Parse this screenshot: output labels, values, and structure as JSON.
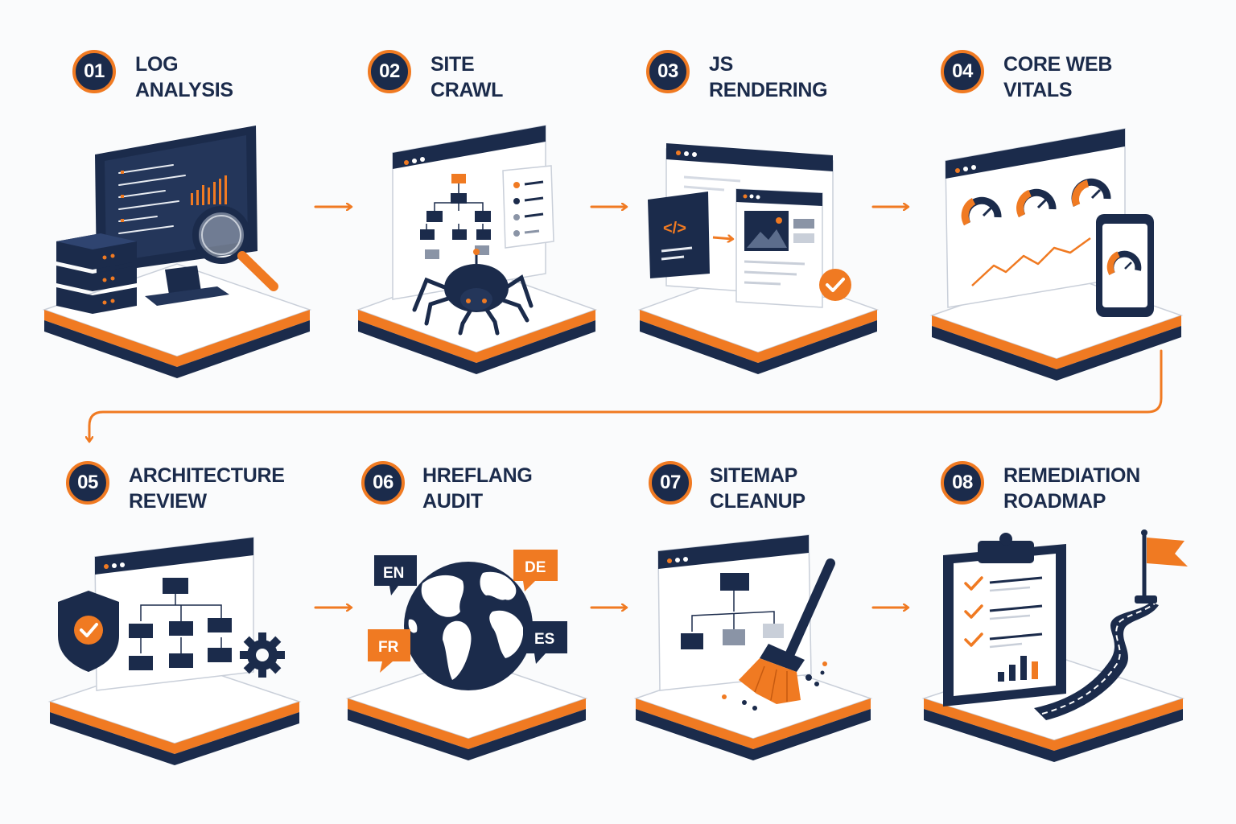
{
  "colors": {
    "navy": "#1b2b4b",
    "orange": "#f07a22",
    "background": "#fafbfc",
    "gray": "#8a94a6"
  },
  "steps": [
    {
      "number": "01",
      "title_line1": "LOG",
      "title_line2": "ANALYSIS",
      "icon": "log-analysis-monitor-icon"
    },
    {
      "number": "02",
      "title_line1": "SITE",
      "title_line2": "CRAWL",
      "icon": "crawler-spider-icon"
    },
    {
      "number": "03",
      "title_line1": "JS",
      "title_line2": "RENDERING",
      "icon": "code-rendering-icon"
    },
    {
      "number": "04",
      "title_line1": "CORE WEB",
      "title_line2": "VITALS",
      "icon": "gauges-icon"
    },
    {
      "number": "05",
      "title_line1": "ARCHITECTURE",
      "title_line2": "REVIEW",
      "icon": "site-architecture-icon"
    },
    {
      "number": "06",
      "title_line1": "HREFLANG",
      "title_line2": "AUDIT",
      "icon": "globe-languages-icon"
    },
    {
      "number": "07",
      "title_line1": "SITEMAP",
      "title_line2": "CLEANUP",
      "icon": "broom-sitemap-icon"
    },
    {
      "number": "08",
      "title_line1": "REMEDIATION",
      "title_line2": "ROADMAP",
      "icon": "roadmap-clipboard-icon"
    }
  ],
  "languages": {
    "en": "EN",
    "de": "DE",
    "fr": "FR",
    "es": "ES"
  }
}
